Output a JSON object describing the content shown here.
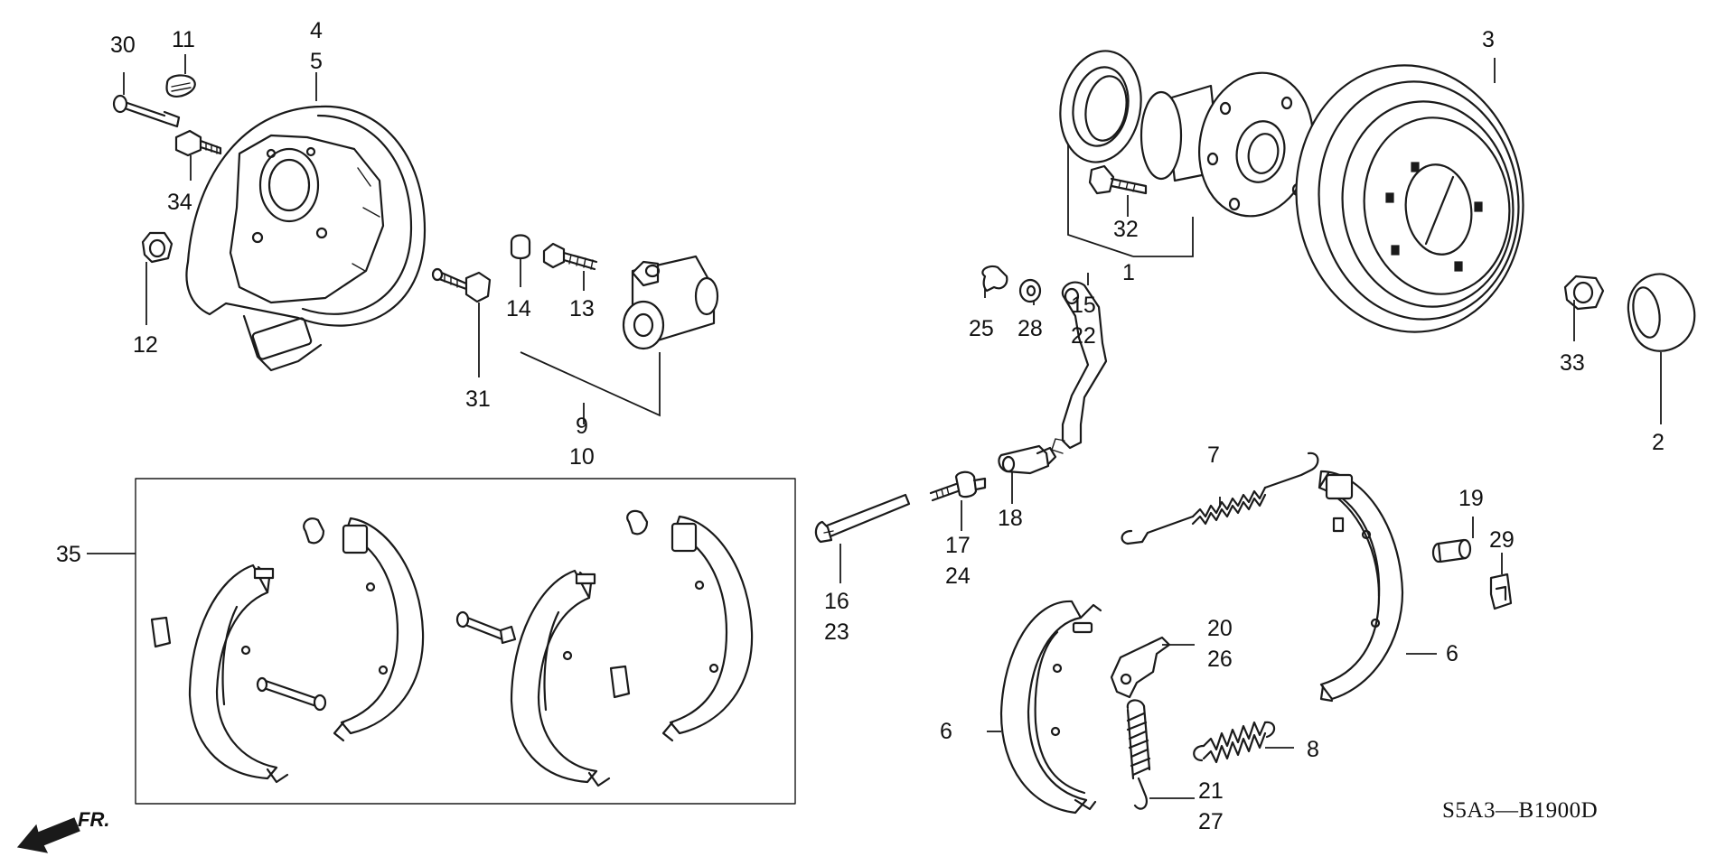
{
  "diagram": {
    "drawing_code": "S5A3—B1900D",
    "direction_indicator": "FR.",
    "callouts": {
      "c1": "1",
      "c2": "2",
      "c3": "3",
      "c4": "4",
      "c5": "5",
      "c6a": "6",
      "c6b": "6",
      "c7": "7",
      "c8": "8",
      "c9": "9",
      "c10": "10",
      "c11": "11",
      "c12": "12",
      "c13": "13",
      "c14": "14",
      "c15": "15",
      "c16": "16",
      "c17": "17",
      "c18": "18",
      "c19": "19",
      "c20": "20",
      "c21": "21",
      "c22": "22",
      "c23": "23",
      "c24": "24",
      "c25": "25",
      "c26": "26",
      "c27": "27",
      "c28": "28",
      "c29": "29",
      "c30": "30",
      "c31": "31",
      "c32": "32",
      "c33": "33",
      "c34": "34",
      "c35": "35"
    }
  }
}
